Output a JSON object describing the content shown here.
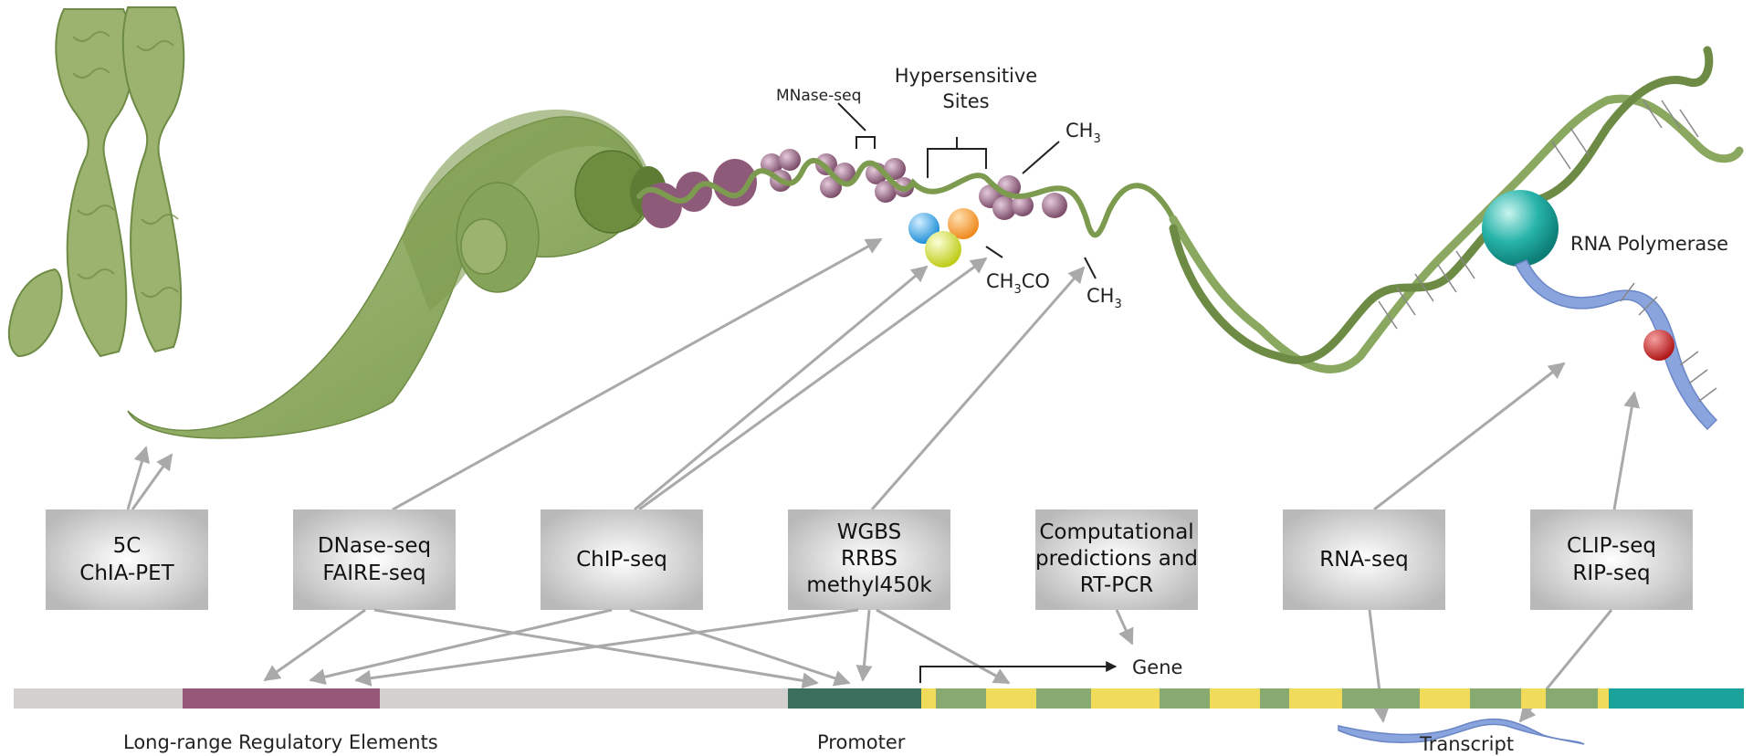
{
  "labels": {
    "mnase": "MNase-seq",
    "hs_line1": "Hypersensitive",
    "hs_line2": "Sites",
    "ch3_top": "CH",
    "ch3_top_sub": "3",
    "ch3co_a": "CH",
    "ch3co_sub": "3",
    "ch3co_b": "CO",
    "ch3_bottom": "CH",
    "ch3_bottom_sub": "3",
    "rna_polymerase": "RNA Polymerase",
    "gene": "Gene",
    "long_range": "Long-range Regulatory Elements",
    "promoter": "Promoter",
    "transcript": "Transcript"
  },
  "boxes": [
    {
      "lines": [
        "5C",
        "ChIA-PET"
      ]
    },
    {
      "lines": [
        "DNase-seq",
        "FAIRE-seq"
      ]
    },
    {
      "lines": [
        "ChIP-seq"
      ]
    },
    {
      "lines": [
        "WGBS",
        "RRBS",
        "methyl450k"
      ]
    },
    {
      "lines": [
        "Computational",
        "predictions and",
        "RT-PCR"
      ]
    },
    {
      "lines": [
        "RNA-seq"
      ]
    },
    {
      "lines": [
        "CLIP-seq",
        "RIP-seq"
      ]
    }
  ],
  "colors": {
    "chromatin_green": "#8aa860",
    "chromatin_dark": "#6b8a3f",
    "nucleosome_purple": "#9a6d8a",
    "long_range_bar": "#955878",
    "promoter_bar": "#3b6e5c",
    "gene_green": "#88aa70",
    "gene_yellow": "#f0dc5a",
    "gene_end_teal": "#1aa39a",
    "baseline_gray": "#d3d0d0",
    "polymerase_teal": "#1fa9a0",
    "rna_blue": "#8aa4dd",
    "arrow_gray": "#a9a9a9"
  }
}
